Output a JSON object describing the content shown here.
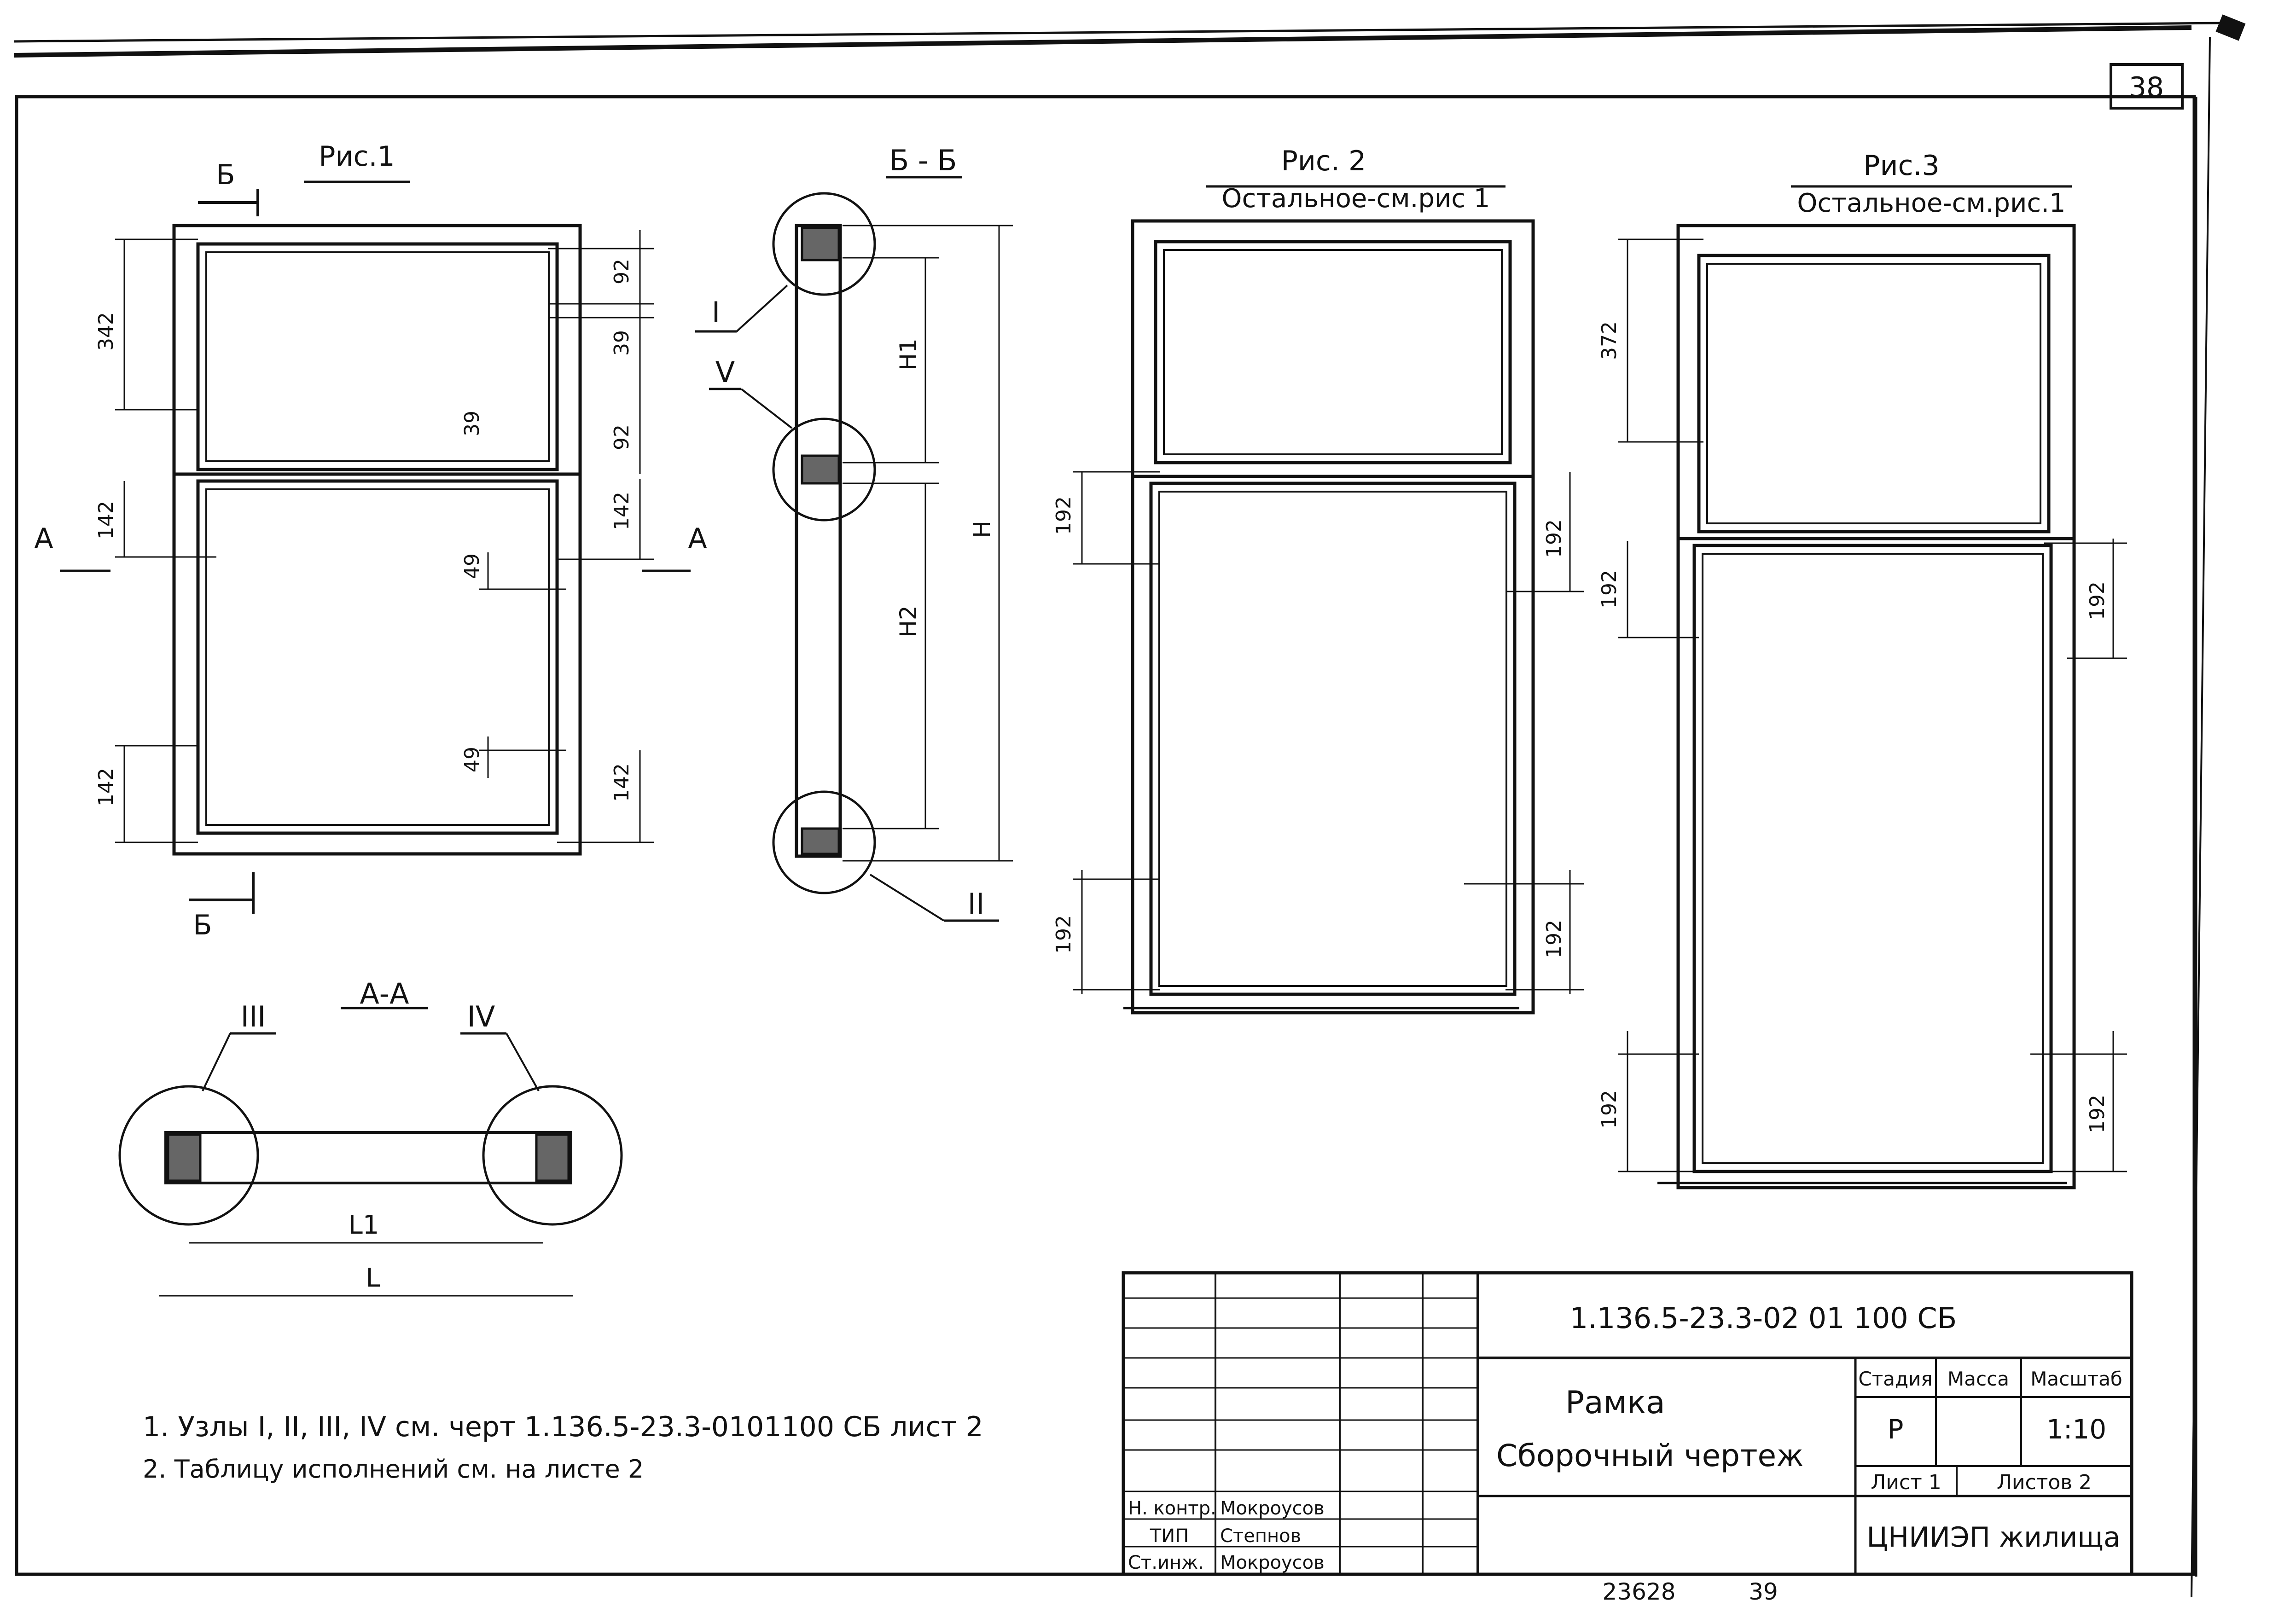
{
  "sheet_number": "38",
  "views": {
    "fig1": {
      "title": "Рис.1",
      "section_top": "Б",
      "section_bottom": "Б",
      "section_a_left": "А",
      "section_a_right": "А"
    },
    "fig2": {
      "title": "Рис. 2",
      "subtitle": "Остальное-см.рис 1"
    },
    "fig3": {
      "title": "Рис.3",
      "subtitle": "Остальное-см.рис.1"
    },
    "section_bb": {
      "title": "Б - Б",
      "h": "Н",
      "h1": "Н1",
      "h2": "Н2",
      "node_1": "I",
      "node_2": "II",
      "node_5": "V"
    },
    "section_aa": {
      "title": "А-А",
      "l": "L",
      "l1": "L1",
      "node_3": "III",
      "node_4": "IV"
    }
  },
  "dimensions": {
    "fig1": [
      "342",
      "92",
      "39",
      "39",
      "92",
      "142",
      "142",
      "49",
      "142",
      "49",
      "142"
    ],
    "fig2": [
      "192",
      "192",
      "192",
      "192"
    ],
    "fig3": [
      "372",
      "192",
      "192",
      "192",
      "192"
    ]
  },
  "notes": [
    "1. Узлы I, II, III, IV см. черт 1.136.5-23.3-0101100 СБ лист 2",
    "2. Таблицу исполнений см. на листе 2"
  ],
  "title_block": {
    "designation": "1.136.5-23.3-02 01 100 СБ",
    "name_line1": "Рамка",
    "name_line2": "Сборочный чертеж",
    "stage_label": "Стадия",
    "mass_label": "Масса",
    "scale_label": "Масштаб",
    "stage_value": "Р",
    "scale_value": "1:10",
    "sheet_label": "Лист 1",
    "sheets_label": "Листов 2",
    "org": "ЦНИИЭП жилища",
    "signatures": [
      {
        "role": "Н. контр.",
        "name": "Мокроусов"
      },
      {
        "role": "ТИП",
        "name": "Степнов"
      },
      {
        "role": "Ст.инж.",
        "name": "Мокроусов"
      }
    ]
  },
  "footer": {
    "archive_number": "23628",
    "page": "39"
  }
}
